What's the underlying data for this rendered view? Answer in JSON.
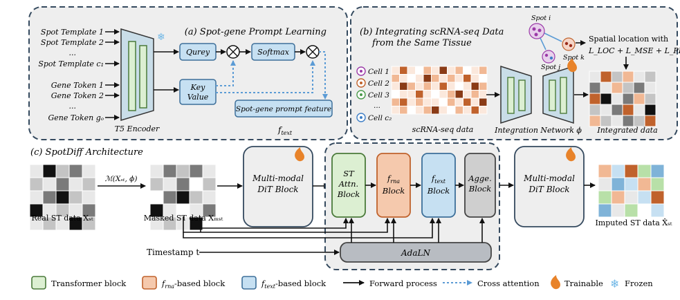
{
  "panel_a": {
    "title": "(a) Spot-gene Prompt Learning",
    "spot_templates": [
      "Spot Template 1",
      "Spot Template 2",
      "...",
      "Spot Template c₁"
    ],
    "gene_tokens": [
      "Gene Token 1",
      "Gene Token 2",
      "...",
      "Gene Token gₒ"
    ],
    "encoder_label": "T5 Encoder",
    "query_label": "Qurey",
    "key_label": "Key",
    "value_label": "Value",
    "softmax_label": "Softmax",
    "prompt_feature_label": "Spot-gene prompt feature",
    "ftext_label": "f",
    "ftext_sub": "text"
  },
  "panel_b": {
    "title_line1": "(b) Integrating scRNA-seq Data",
    "title_line2": "from the Same Tissue",
    "cells": [
      "Cell 1",
      "Cell 2",
      "Cell 3",
      "...",
      "Cell c₂"
    ],
    "scrna_label": "scRNA-seq data",
    "spot_i": "Spot i",
    "spot_j": "Spot j",
    "spot_k": "Spot k",
    "spatial_line1": "Spatial location with",
    "loss_line": "L_LOC + L_MSE + L_PEA",
    "integration_label": "Integration Network ϕ",
    "integrated_label": "Integrated data"
  },
  "panel_c": {
    "title": "(c) SpotDiff Architecture",
    "real_label": "Real ST data  Xₛₜ",
    "mask_fn": "ℳ(Xₛₜ, ϕ)",
    "masked_label": "Masked ST data Xₘₛₜ",
    "dit_line1": "Multi-modal",
    "dit_line2": "DiT Block",
    "st_block": [
      "ST",
      "Attn.",
      "Block"
    ],
    "frna_block": [
      "f",
      "rna",
      "Block"
    ],
    "ftext_block": [
      "f",
      "text",
      "Block"
    ],
    "agge_block": [
      "Agge.",
      "Block"
    ],
    "adaln": "AdaLN",
    "timestamp": "Timestamp t",
    "imputed_label": "Imputed ST data X̂ₛₜ"
  },
  "legend": {
    "transformer": "Transformer block",
    "frna_prefix": "f",
    "frna_sub": "rna",
    "frna_suffix": "-based block",
    "ftext_prefix": "f",
    "ftext_sub": "text",
    "ftext_suffix": "-based block",
    "forward": "Forward process",
    "cross": "Cross attention",
    "trainable": "Trainable",
    "frozen": "Frozen"
  },
  "colors": {
    "green_fill": "#dcefd2",
    "green_stroke": "#4a7a3a",
    "orange_fill": "#f5c9ad",
    "orange_stroke": "#c0622c",
    "blue_fill": "#c6e0f2",
    "blue_stroke": "#3d6f99",
    "panel_fill": "#eeeeee",
    "panel_stroke": "#3a4a5a",
    "cross_attention": "#5b9bd5",
    "trainable": "#e8832a",
    "frozen": "#6fb7e6",
    "heat_dark": "#9a4a1e",
    "heat_light": "#f6d6c4"
  }
}
